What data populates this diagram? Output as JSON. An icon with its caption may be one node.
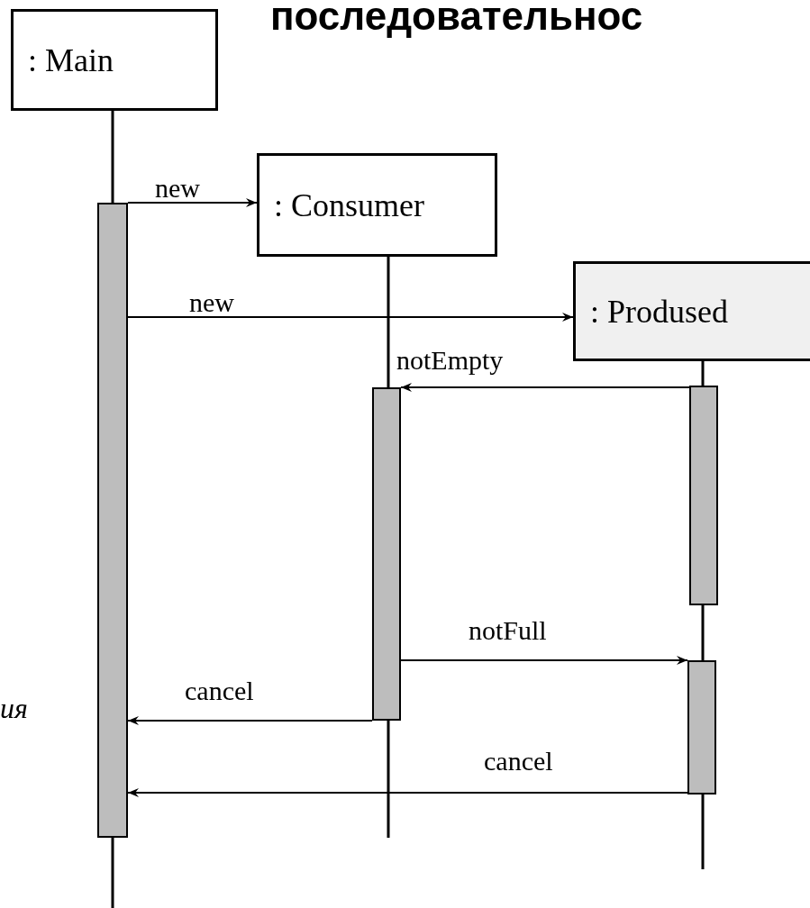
{
  "diagram": {
    "title": "последовательнос",
    "nodes": [
      {
        "text": [
          ": Main"
        ]
      },
      {
        "text": [
          ": Consumer"
        ]
      },
      {
        "text": [
          ": Prodused"
        ]
      },
      {
        "text": [],
        "shape": "bar"
      },
      {
        "text": [],
        "shape": "bar"
      },
      {
        "text": [],
        "shape": "bar"
      },
      {
        "text": [],
        "shape": "bar"
      }
    ],
    "edges": [
      {
        "from": 3,
        "to": 1,
        "arrow": "to",
        "label": "new"
      },
      {
        "from": 3,
        "to": 2,
        "arrow": "to",
        "label": "new"
      },
      {
        "from": 5,
        "to": 4,
        "arrow": "to",
        "label": "notEmpty"
      },
      {
        "from": 4,
        "to": 6,
        "arrow": "to",
        "label": "notFull"
      },
      {
        "from": 4,
        "to": 3,
        "arrow": "to",
        "label": "cancel"
      },
      {
        "from": 6,
        "to": 3,
        "arrow": "to",
        "label": "cancel"
      }
    ],
    "labels": [
      "ия"
    ]
  }
}
